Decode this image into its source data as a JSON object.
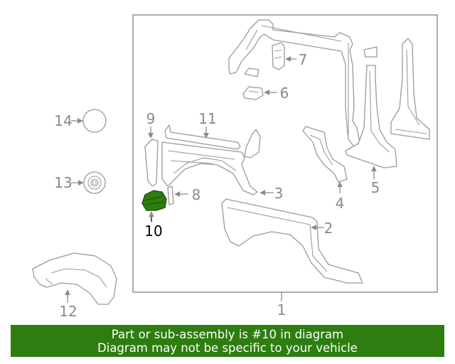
{
  "diagram": {
    "callouts": {
      "c1": "1",
      "c2": "2",
      "c3": "3",
      "c4": "4",
      "c5": "5",
      "c6": "6",
      "c7": "7",
      "c8": "8",
      "c9": "9",
      "c10": "10",
      "c11": "11",
      "c12": "12",
      "c13": "13",
      "c14": "14"
    },
    "highlighted_part": "10",
    "highlight_color": "#2d7d10",
    "line_color": "#9a9a9a"
  },
  "footer": {
    "line1": "Part or sub-assembly is #10 in diagram",
    "line2": "Diagram may not be specific to your vehicle",
    "background": "#2d7d10"
  }
}
